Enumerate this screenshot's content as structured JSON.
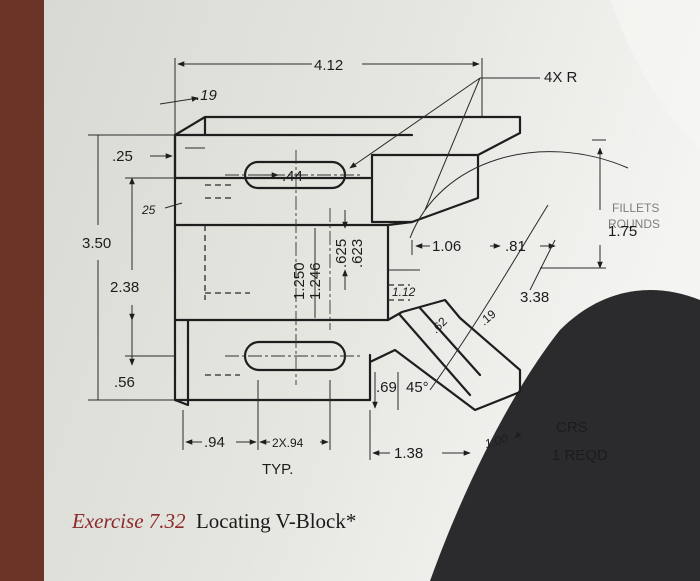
{
  "drawing": {
    "dims": {
      "overall_width": "4.12",
      "slot_offset": ".19",
      "fillet_radius": "4X R",
      "top_offset": ".25",
      "angle_25": "25",
      "slot_width": ".44",
      "overall_height": "3.50",
      "level_238": "2.38",
      "bottom_level": ".56",
      "bore_upper": "1.250",
      "bore_lower": "1.246",
      "groove_upper": ".625",
      "groove_lower": ".623",
      "depth_106": "1.06",
      "depth_081": ".81",
      "height_175": "1.75",
      "width_338": "3.38",
      "step_112": "1.12",
      "v_062": ".62",
      "v_019": ".19",
      "v_069": ".69",
      "angle_45": "45°",
      "hole_094": ".94",
      "spacing_2x094": "2X.94",
      "typ": "TYP.",
      "length_138": "1.38",
      "length_100": "1.00",
      "note_crs": "CRS",
      "note_reqd": "1 REQD",
      "faint_fillets": "FILLETS",
      "faint_round": "ROUNDS"
    }
  },
  "caption": {
    "label": "Exercise 7.32",
    "title": "Locating V-Block*"
  },
  "colors": {
    "paper": "#e4e4df",
    "shadow": "#2b2b2e",
    "caption_accent": "#8b2a2a",
    "ink": "#1e1e1e"
  }
}
